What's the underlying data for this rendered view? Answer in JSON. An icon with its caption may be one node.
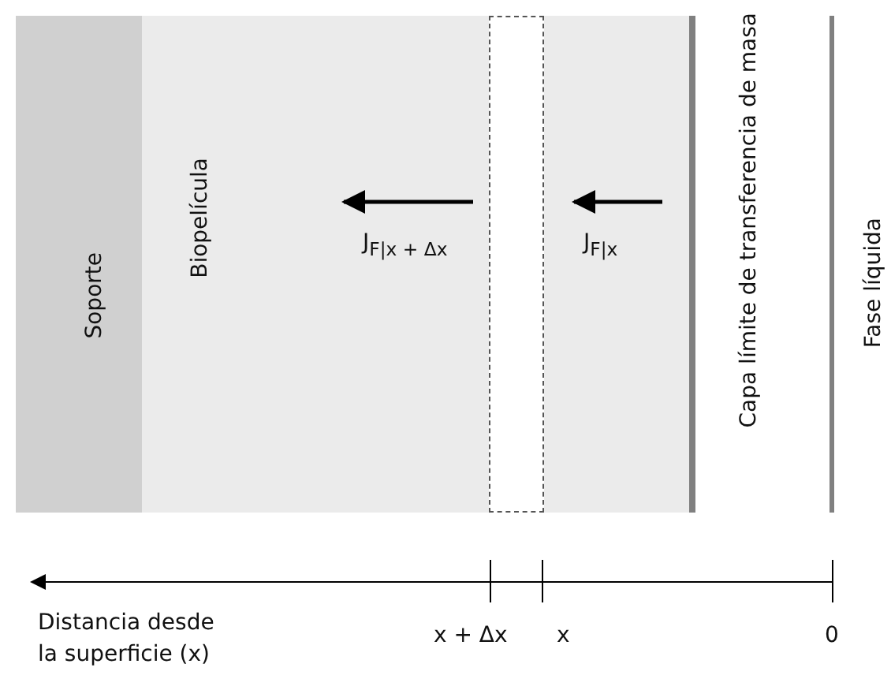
{
  "diagram": {
    "nodes": [
      {
        "text": [
          "Soporte"
        ]
      },
      {
        "text": [
          "Biopelícula"
        ]
      },
      {
        "text": [],
        "shape": "box",
        "in": 1
      }
    ],
    "labels": [
      "J$_{F|x + Δx}$",
      "J$_{F|x}$",
      "Capa límite de transferencia de masa",
      "Fase líquida",
      "Distancia desde la superficie (x)",
      "x + Δx",
      "x",
      "0"
    ]
  }
}
